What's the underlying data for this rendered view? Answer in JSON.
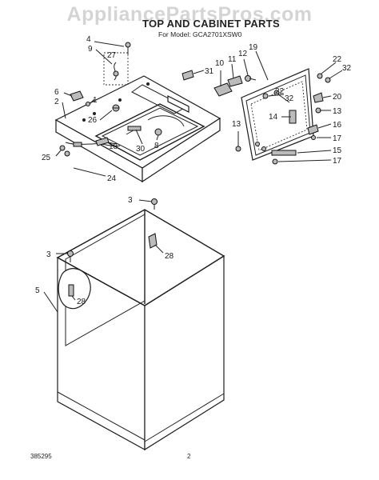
{
  "watermark": "AppliancePartsPros.com",
  "title": "TOP AND CABINET PARTS",
  "subtitle": "For Model: GCA2701XSW0",
  "callouts": [
    "4",
    "9",
    "27",
    "6",
    "2",
    "1",
    "26",
    "25",
    "24",
    "18",
    "30",
    "8",
    "31",
    "10",
    "11",
    "12",
    "19",
    "22",
    "32",
    "22",
    "32",
    "20",
    "13",
    "14",
    "13",
    "16",
    "17",
    "15",
    "17",
    "3",
    "28",
    "3",
    "5",
    "28"
  ],
  "footer": {
    "code": "385295",
    "page_number": "2"
  }
}
